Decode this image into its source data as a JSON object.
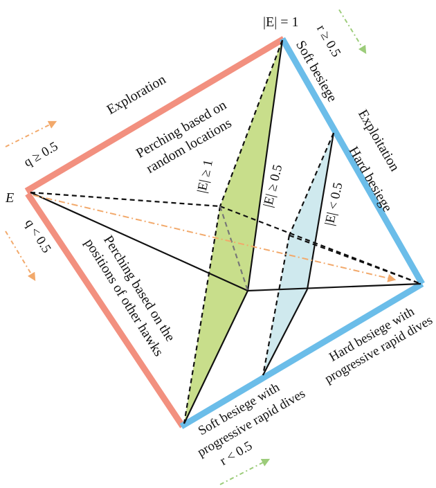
{
  "labels": {
    "e_vertex": "E",
    "e_equals_one": "|E| = 1",
    "e_ge_one": "|E| ≥ 1",
    "e_ge_half": "|E| ≥ 0.5",
    "e_lt_half": "|E| < 0.5",
    "q_ge": "q ≥ 0.5",
    "q_lt": "q < 0.5",
    "r_ge": "r ≥ 0.5",
    "r_lt": "r < 0.5",
    "exploration": "Exploration",
    "exploitation": "Exploitation",
    "soft_besiege": "Soft besiege",
    "hard_besiege": "Hard besiege",
    "perch_random_1": "Perching based on",
    "perch_random_2": "random locations",
    "perch_others_1": "Perching based on the",
    "perch_others_2": "positions of other hawks",
    "hard_dives_1": "Hard besiege with",
    "hard_dives_2": "progressive rapid dives",
    "soft_dives_1": "Soft besiege with",
    "soft_dives_2": "progressive rapid dives"
  },
  "colors": {
    "exploration_edge": "#f2907f",
    "exploitation_edge": "#6bbde9",
    "green_fill": "#c8de8b",
    "cyan_fill": "#cfe9ee",
    "orange_arrow": "#f2a96b",
    "green_arrow": "#9ccc7a"
  }
}
